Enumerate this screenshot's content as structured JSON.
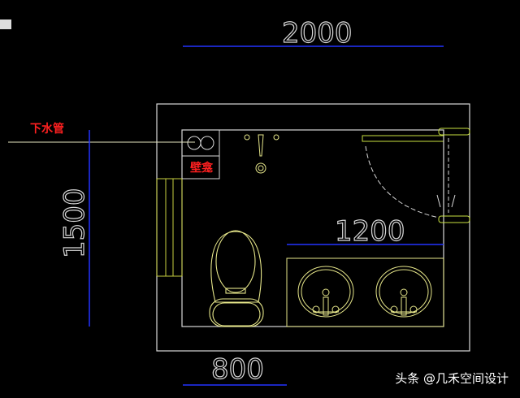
{
  "dimensions": {
    "total_width": "2000",
    "total_height": "1500",
    "vanity_width": "1200",
    "toilet_width": "800"
  },
  "labels": {
    "drain_pipe": "下水管",
    "niche": "壁龛"
  },
  "watermark": "头条 @几禾空间设计",
  "colors": {
    "wall": "#d8d8d8",
    "fixture": "#e6e68a",
    "dimension": "#2233ff",
    "label": "#ff2020",
    "background": "#000000"
  }
}
